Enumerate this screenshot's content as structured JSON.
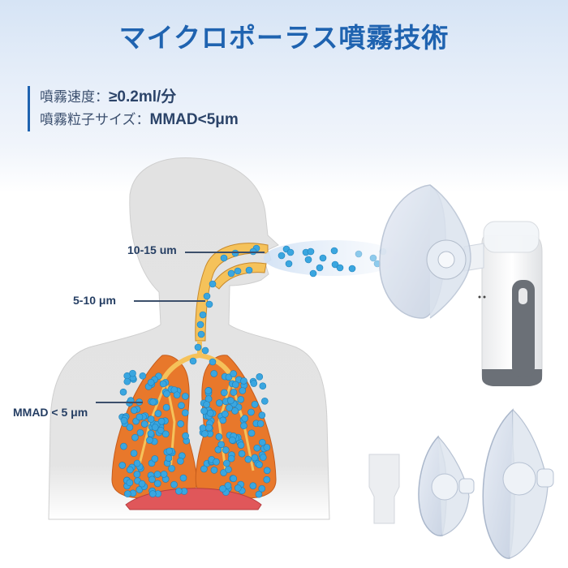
{
  "title": "マイクロポーラス噴霧技術",
  "specs": [
    {
      "label": "噴霧速度：",
      "value": "≥0.2ml/分"
    },
    {
      "label": "噴霧粒子サイズ：",
      "value": "MMAD<5μm"
    }
  ],
  "diagram_labels": {
    "upper_airway": "10-15 um",
    "trachea": "5-10 μm",
    "lungs": "MMAD < 5 μm"
  },
  "colors": {
    "accent": "#1f63b0",
    "text_dark": "#253e63",
    "body": "#e3e3e3",
    "airway": "#f5c25a",
    "lung": "#e8782b",
    "particle": "#3aa6e0",
    "diaphragm": "#e0575a",
    "device_gray": "#6b7077"
  },
  "accessories": [
    "mouthpiece",
    "child-mask",
    "adult-mask"
  ]
}
